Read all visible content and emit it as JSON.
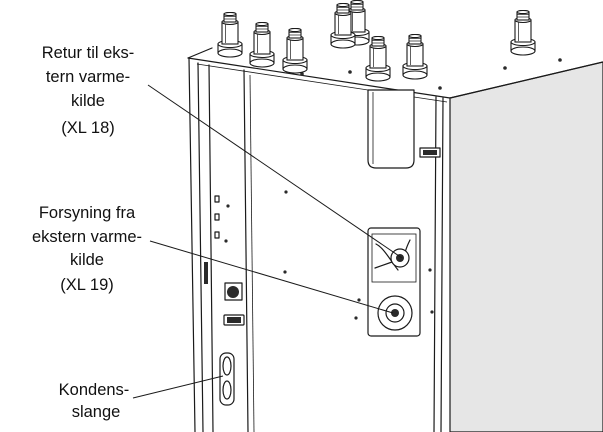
{
  "callouts": [
    {
      "lines": [
        "Retur til eks-",
        "tern varme-",
        "kilde",
        "(XL 18)"
      ]
    },
    {
      "lines": [
        "Forsyning fra",
        "ekstern varme-",
        "kilde",
        "(XL 19)"
      ]
    },
    {
      "lines": [
        "Kondens-",
        "slange"
      ]
    }
  ],
  "colors": {
    "line": "#1a1a1a",
    "side_panel": "#e6e6e6",
    "background": "#ffffff"
  }
}
